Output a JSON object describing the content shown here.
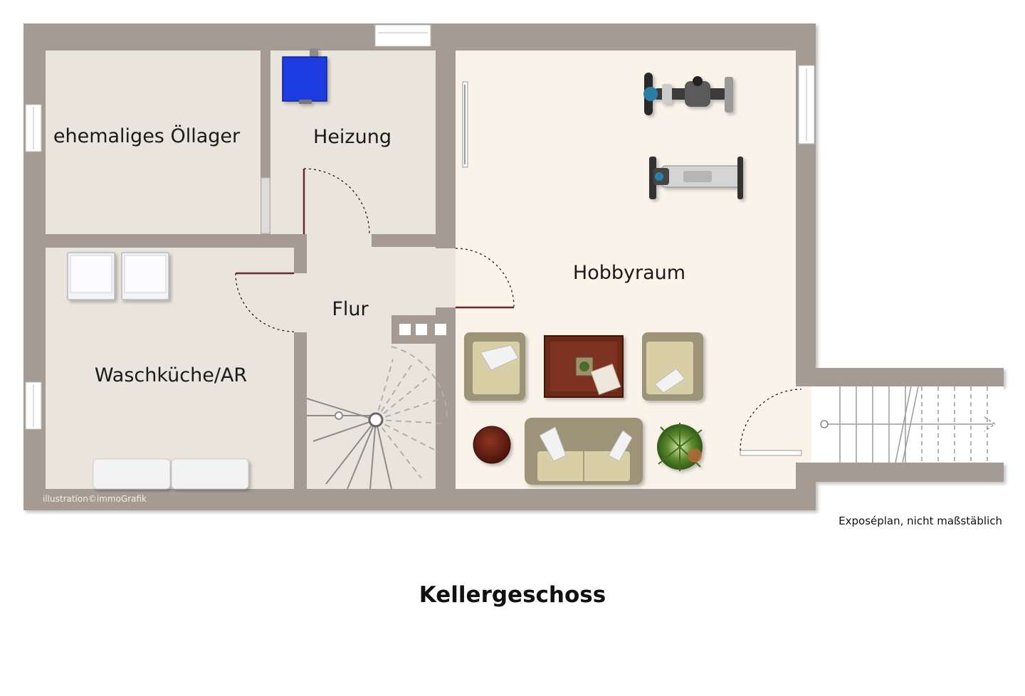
{
  "title": "Kellergeschoss",
  "note": "Exposéplan, nicht maßstäblich",
  "credit": "illustration©immoGrafik",
  "rooms": {
    "oellager": "ehemaliges Öllager",
    "heizung": "Heizung",
    "flur": "Flur",
    "waschkueche": "Waschküche/AR",
    "hobbyraum": "Hobbyraum"
  },
  "icons": [
    "heating-unit-icon",
    "exercise-bike-icon",
    "rowing-machine-icon",
    "washing-machine-icon",
    "dryer-icon",
    "armchair-icon",
    "coffee-table-icon",
    "sofa-icon",
    "plant-icon",
    "side-table-icon",
    "spiral-staircase-icon",
    "exterior-stairs-icon"
  ],
  "colors": {
    "wall": "#a69b92",
    "floor_grey": "#e9e4dc",
    "floor_light": "#faf3ea",
    "door": "#6b2a2a",
    "heating": "#1f3be0"
  }
}
